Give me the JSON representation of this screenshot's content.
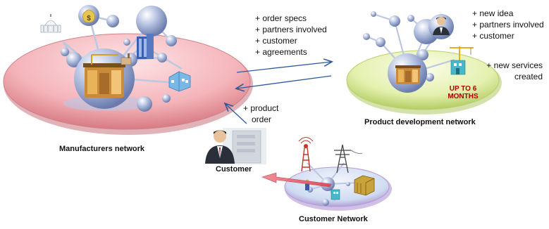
{
  "nodes": {
    "manufacturers": {
      "label": "Manufacturers network",
      "fill": "#f6b9be",
      "rim": "#d78086"
    },
    "product_dev": {
      "label": "Product development network",
      "fill": "#e7f2b3",
      "rim": "#b8cf68",
      "duration_line1": "UP TO 6",
      "duration_line2": "MONTHS"
    },
    "customer": {
      "label": "Customer"
    },
    "customer_network": {
      "label": "Customer Network",
      "fill": "#d4dff0",
      "rim": "#c4a6d8"
    }
  },
  "flows": {
    "to_product_dev": [
      "+ order specs",
      "+ partners involved",
      "+ customer",
      "+ agreements"
    ],
    "product_dev_inputs": [
      "+ new idea",
      "+ partners involved",
      "+ customer"
    ],
    "product_dev_outputs": [
      "+ new services",
      "created"
    ],
    "customer_to_manufacturers": [
      "+ product",
      "order"
    ]
  },
  "colors": {
    "sphere": "#aab7d6",
    "sphere_dark": "#6f80b0",
    "arrow": "#2e5a9c",
    "highlight_arrow": "#e05a68",
    "duration_text": "#b00000"
  },
  "icons": [
    "capitol-building-icon",
    "money-bag-icon",
    "office-tower-icon",
    "factory-icon",
    "warehouse-icon",
    "businessman-icon",
    "crane-icon",
    "radio-tower-icon",
    "power-pylon-icon",
    "container-icon",
    "worker-icon"
  ]
}
